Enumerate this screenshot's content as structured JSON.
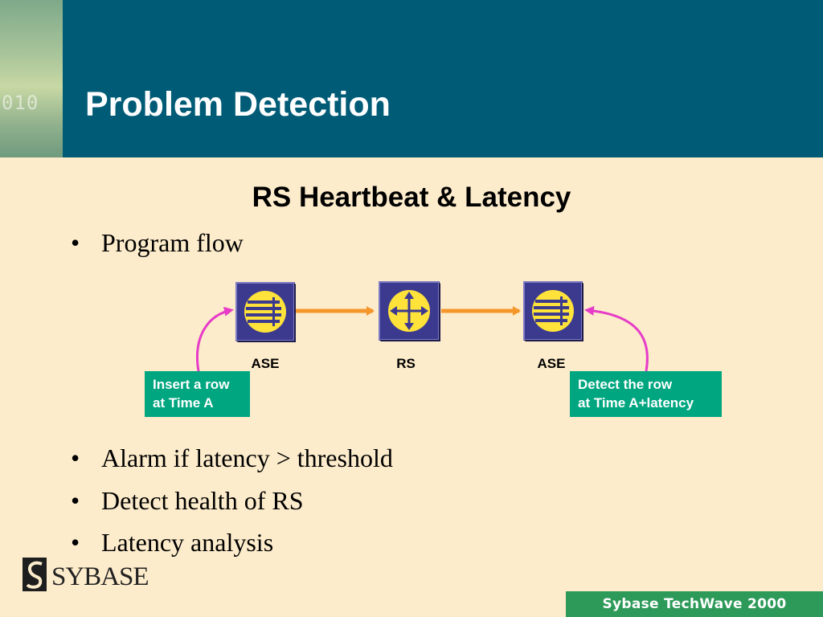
{
  "header": {
    "title": "Problem Detection",
    "art_text": "010",
    "color": "#005b76"
  },
  "subtitle": "RS Heartbeat & Latency",
  "bullets": {
    "first": "Program flow",
    "rest": [
      "Alarm if latency > threshold",
      "Detect health of RS",
      "Latency analysis"
    ]
  },
  "diagram": {
    "nodes": [
      {
        "label": "ASE",
        "icon": "database-icon"
      },
      {
        "label": "RS",
        "icon": "replication-server-icon"
      },
      {
        "label": "ASE",
        "icon": "database-icon"
      }
    ],
    "callouts": {
      "left": [
        "Insert a row",
        "at Time A"
      ],
      "right": [
        "Detect the row",
        "at Time A+latency"
      ]
    },
    "colors": {
      "flow_arrow": "#f5962a",
      "callout_arrow": "#e63cc8",
      "callout_bg": "#00a680",
      "icon_bg": "#3c3a8f",
      "icon_fg": "#ffe23a"
    }
  },
  "footer": {
    "logo_text": "SYBASE",
    "badge": "Sybase TechWave 2000"
  }
}
